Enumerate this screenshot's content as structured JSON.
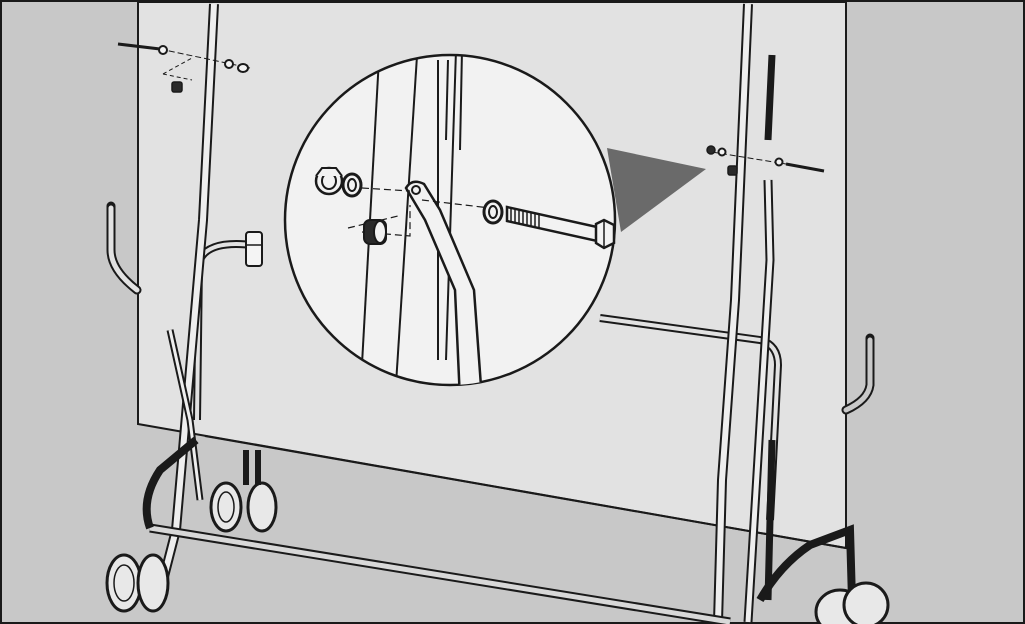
{
  "figure": {
    "background_color": "#c8c8c8",
    "board_color": "#e2e2e2",
    "line_color": "#1a1a1a",
    "zoom_fill_color": "#f2f2f2",
    "pointer_color": "#6a6a6a",
    "parts": [
      "table-half-board",
      "folding-frame",
      "caster-wheels",
      "hinge-bolt",
      "washer",
      "cap-nut",
      "spacer-bushing",
      "hinge-arm"
    ]
  }
}
